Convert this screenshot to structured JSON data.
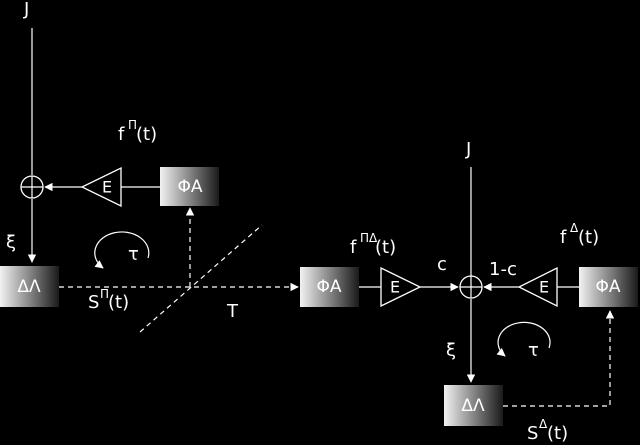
{
  "labels": {
    "j_top": "J",
    "j_right": "J",
    "xi_left": "ξ",
    "xi_right": "ξ",
    "tau_left": "τ",
    "tau_right": "τ",
    "T_symbol": "T",
    "c": "c",
    "one_minus_c": "1-c",
    "f_pi_base": "f",
    "f_pi_sup": "Π",
    "f_pi_arg": "(t)",
    "f_pid_base": "f",
    "f_pid_sup": "ΠΔ",
    "f_pid_arg": "(t)",
    "f_d_base": "f",
    "f_d_sup": "Δ",
    "f_d_arg": "(t)",
    "s_pi_base": "S",
    "s_pi_sup": "Π",
    "s_pi_arg": "(t)",
    "s_d_base": "S",
    "s_d_sup": "Δ",
    "s_d_arg": "(t)"
  },
  "blocks": {
    "phi_a_top": "ΦA",
    "phi_a_mid": "ΦA",
    "phi_a_right": "ΦA",
    "delta_lambda_left": "ΔΛ",
    "delta_lambda_bottom": "ΔΛ",
    "e_top": "E",
    "e_mid": "E",
    "e_right": "E"
  },
  "colors": {
    "background": "#000000",
    "stroke": "#ffffff",
    "block_light": "#f2f2f2",
    "block_dark": "#1a1a1a"
  }
}
